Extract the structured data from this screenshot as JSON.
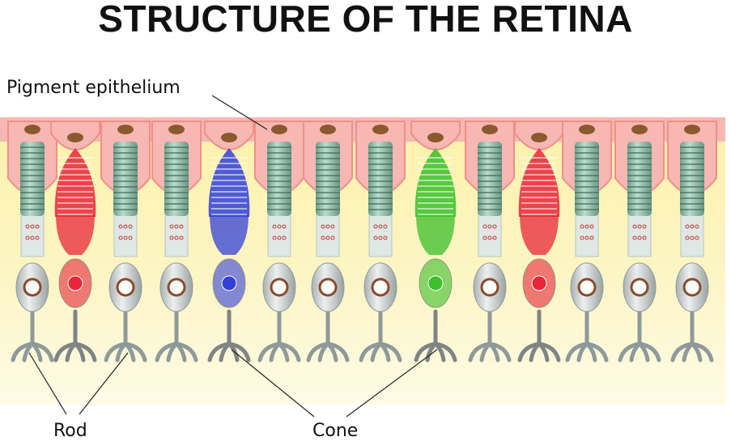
{
  "title": "STRUCTURE OF THE RETINA",
  "labels": {
    "pigment": "Pigment epithelium",
    "rod": "Rod",
    "cone": "Cone"
  },
  "cells": [
    "rod",
    "cone-red",
    "rod",
    "rod",
    "cone-blue",
    "rod",
    "rod",
    "rod",
    "cone-green",
    "rod",
    "cone-red",
    "rod",
    "rod",
    "rod"
  ],
  "colors": {
    "cone-red": "#e8263a",
    "cone-blue": "#3340d8",
    "cone-green": "#3bbf2a",
    "rod_outer": "#8fbfa8",
    "epithelium": "#f7b7b2",
    "background": "#fbf3b0"
  }
}
